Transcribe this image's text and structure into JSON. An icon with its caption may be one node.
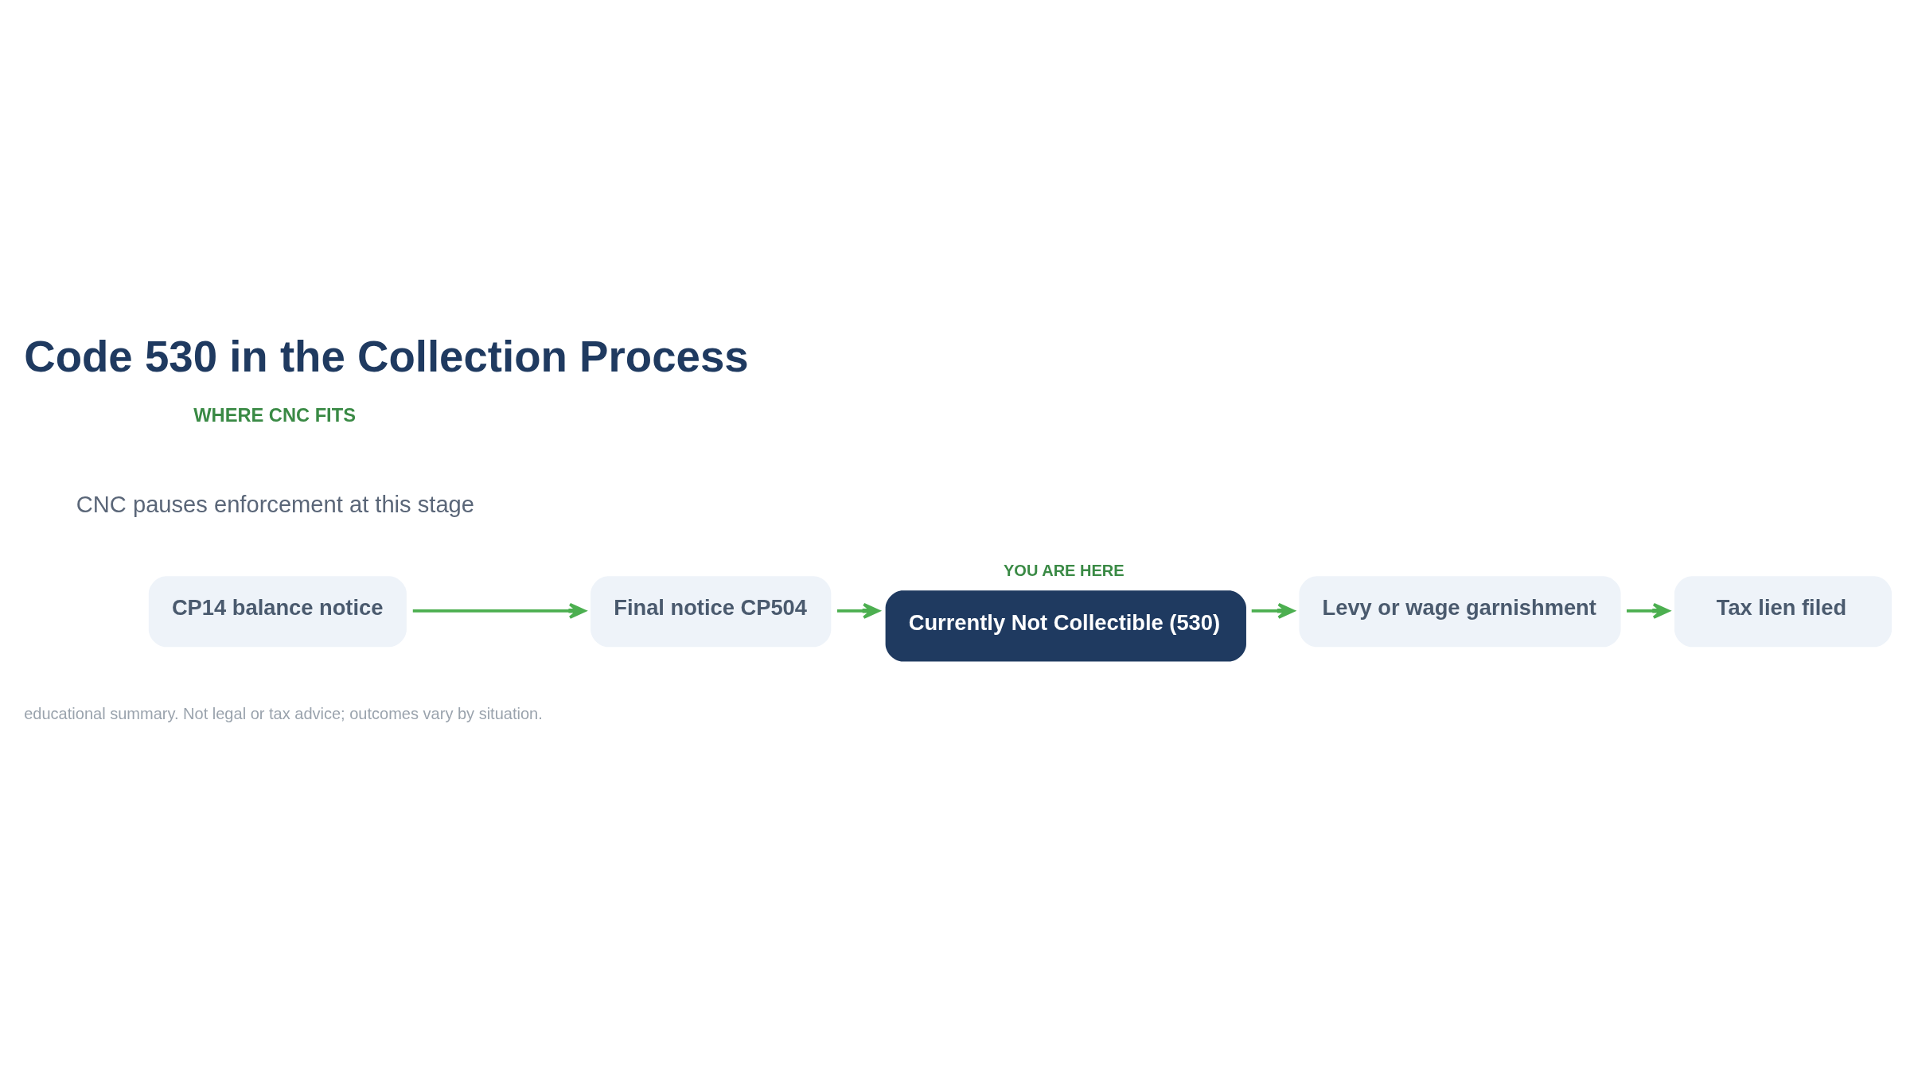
{
  "diagram": {
    "title": "Code 530 in the Collection Process",
    "nodes": [
      {
        "text": [
          "CP14 balance notice"
        ]
      },
      {
        "text": [
          "Final notice CP504"
        ]
      },
      {
        "text": [
          "Currently Not Collectible (530)"
        ],
        "beside": [
          "YOU ARE HERE"
        ]
      },
      {
        "text": [
          "Levy or wage garnishment"
        ]
      },
      {
        "text": [
          "Tax lien filed"
        ]
      }
    ],
    "edges": [
      {
        "from": 0,
        "to": 1,
        "arrow": "to"
      },
      {
        "from": 1,
        "to": 2,
        "arrow": "to"
      },
      {
        "from": 2,
        "to": 3,
        "arrow": "to"
      },
      {
        "from": 3,
        "to": 4,
        "arrow": "to"
      }
    ],
    "labels": [
      "WHERE CNC FITS",
      "CNC pauses enforcement at this stage",
      "educational summary. Not legal or tax advice; outcomes vary by situation."
    ]
  }
}
